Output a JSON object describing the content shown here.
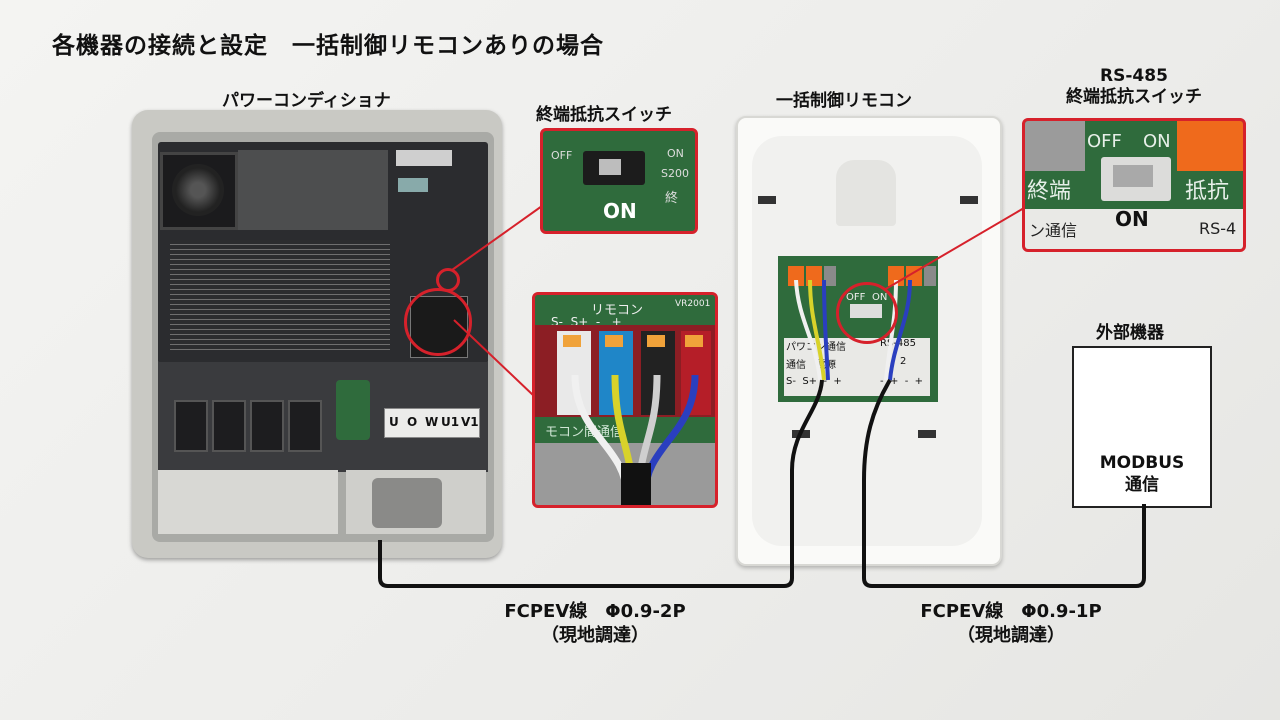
{
  "title": "各機器の接続と設定　一括制御リモコンありの場合",
  "inverter": {
    "label": "パワーコンディショナ",
    "terminal_labels": [
      "U",
      "O",
      "W",
      "U1",
      "V1"
    ]
  },
  "switch_zoom_inverter": {
    "label": "終端抵抗スイッチ",
    "state": "ON",
    "off_text": "OFF",
    "on_text": "ON",
    "board_text": "S200",
    "side_text": "終"
  },
  "wire_zoom_inverter": {
    "header": "リモコン",
    "model": "VR2001",
    "terminals": "S-  S+  -   +",
    "bottom_text": "モコン間通信"
  },
  "remote": {
    "label": "一括制御リモコン",
    "off_text": "OFF",
    "on_text": "ON",
    "col1": "パワコン通信",
    "col1_sub": "通信　電源",
    "col1_terms": "S-  S+  -  +",
    "col2": "RS-485",
    "col2_num": "2",
    "col2_terms": "-  +  -  +"
  },
  "switch_zoom_remote": {
    "label_line1": "RS-485",
    "label_line2": "終端抵抗スイッチ",
    "off_text": "OFF",
    "on_text": "ON",
    "left_text": "終端",
    "right_text": "抵抗",
    "state": "ON",
    "bottom_left": "ン通信",
    "bottom_right": "RS-4"
  },
  "external": {
    "label": "外部機器",
    "line1": "MODBUS",
    "line2": "通信"
  },
  "cable1": {
    "line1": "FCPEV線　Φ0.9-2P",
    "line2": "（現地調達）"
  },
  "cable2": {
    "line1": "FCPEV線　Φ0.9-1P",
    "line2": "（現地調達）"
  },
  "colors": {
    "highlight": "#d6212b",
    "board_green": "#2f6b3c",
    "cable": "#111111",
    "terminal_orange": "#ef6a1c"
  }
}
